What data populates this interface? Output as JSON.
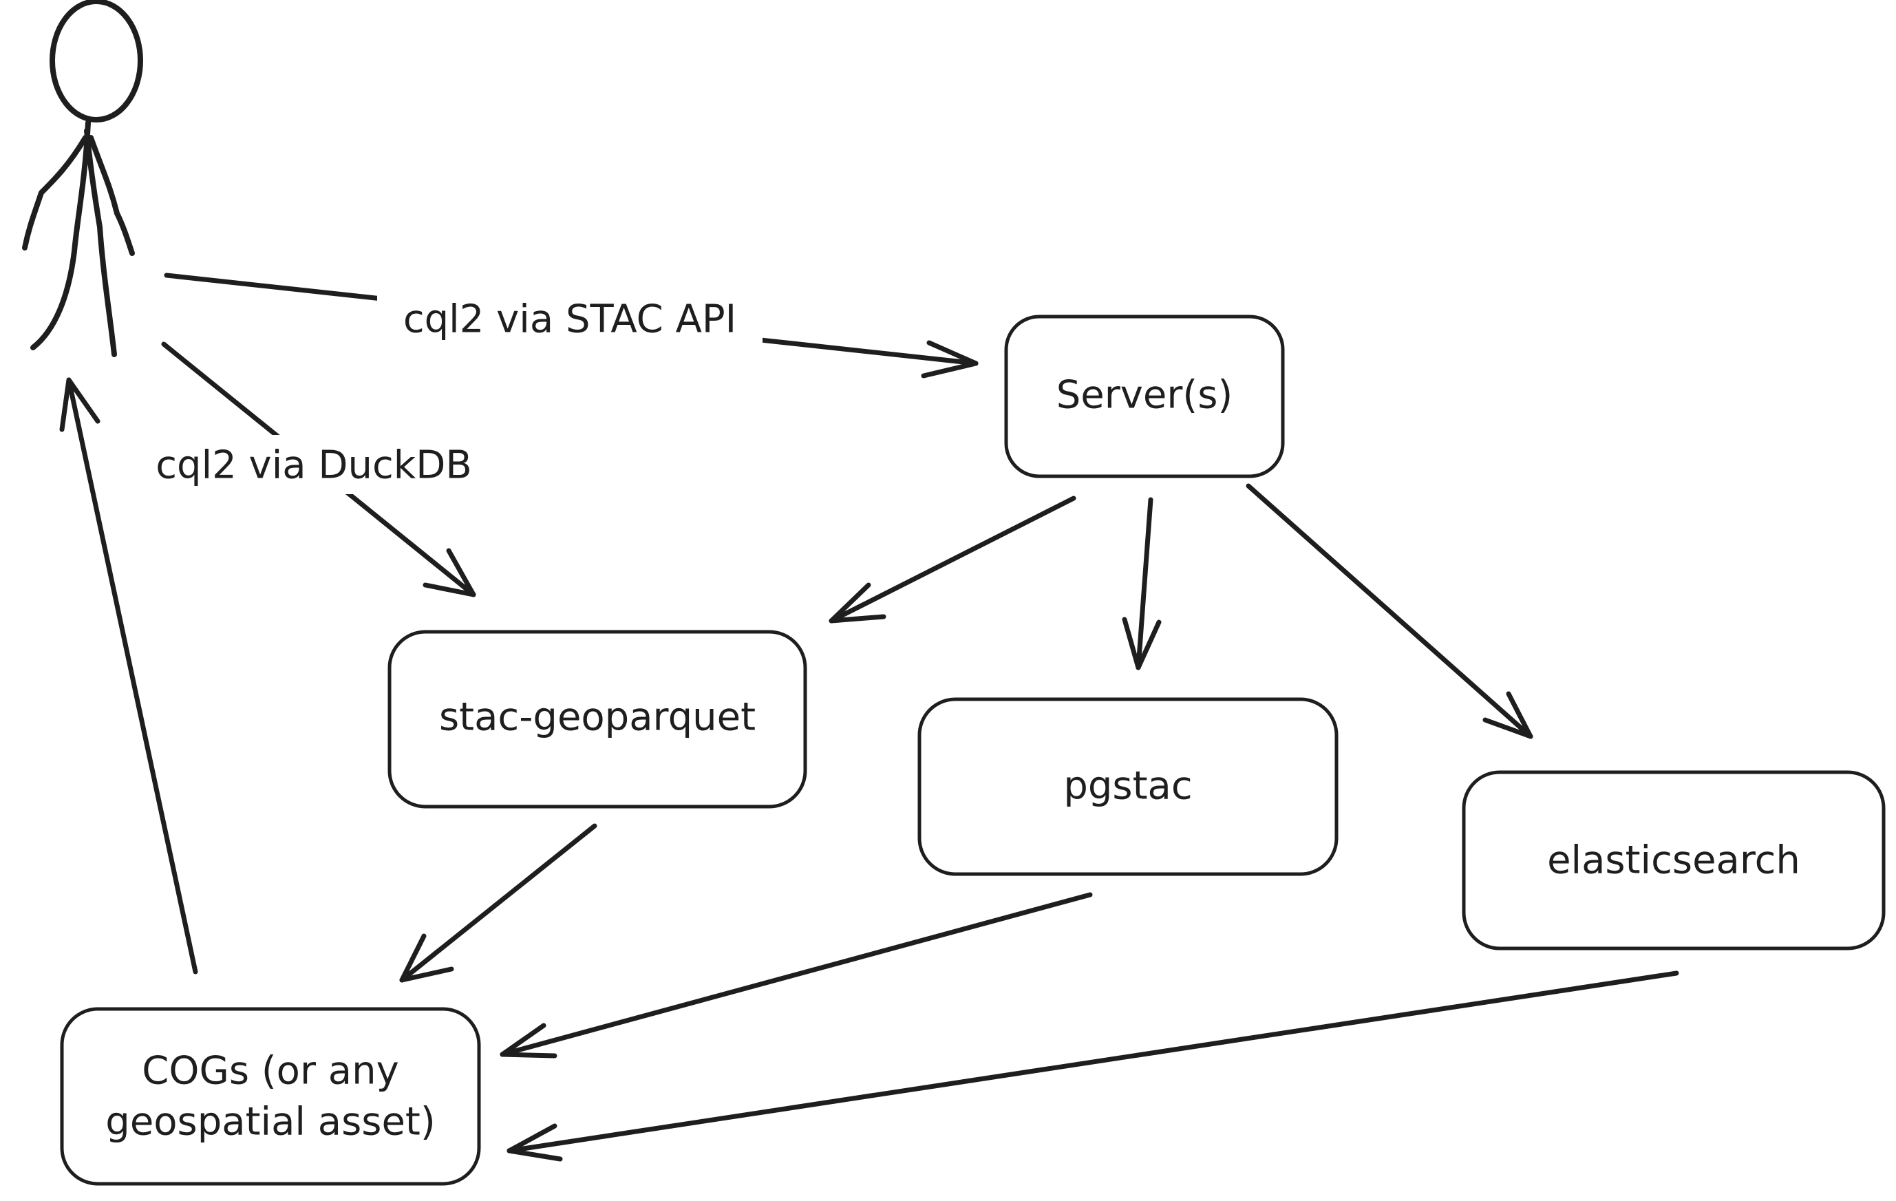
{
  "nodes": {
    "server": {
      "label": "Server(s)"
    },
    "stac_geoparquet": {
      "label": "stac-geoparquet"
    },
    "pgstac": {
      "label": "pgstac"
    },
    "elasticsearch": {
      "label": "elasticsearch"
    },
    "cogs": {
      "line1": "COGs (or any",
      "line2": "geospatial asset)"
    }
  },
  "edges": {
    "user_to_server": {
      "label": "cql2 via STAC API"
    },
    "user_to_stac_geoparquet": {
      "label": "cql2 via DuckDB"
    }
  },
  "colors": {
    "stroke": "#1e1e1e",
    "background": "#ffffff"
  }
}
